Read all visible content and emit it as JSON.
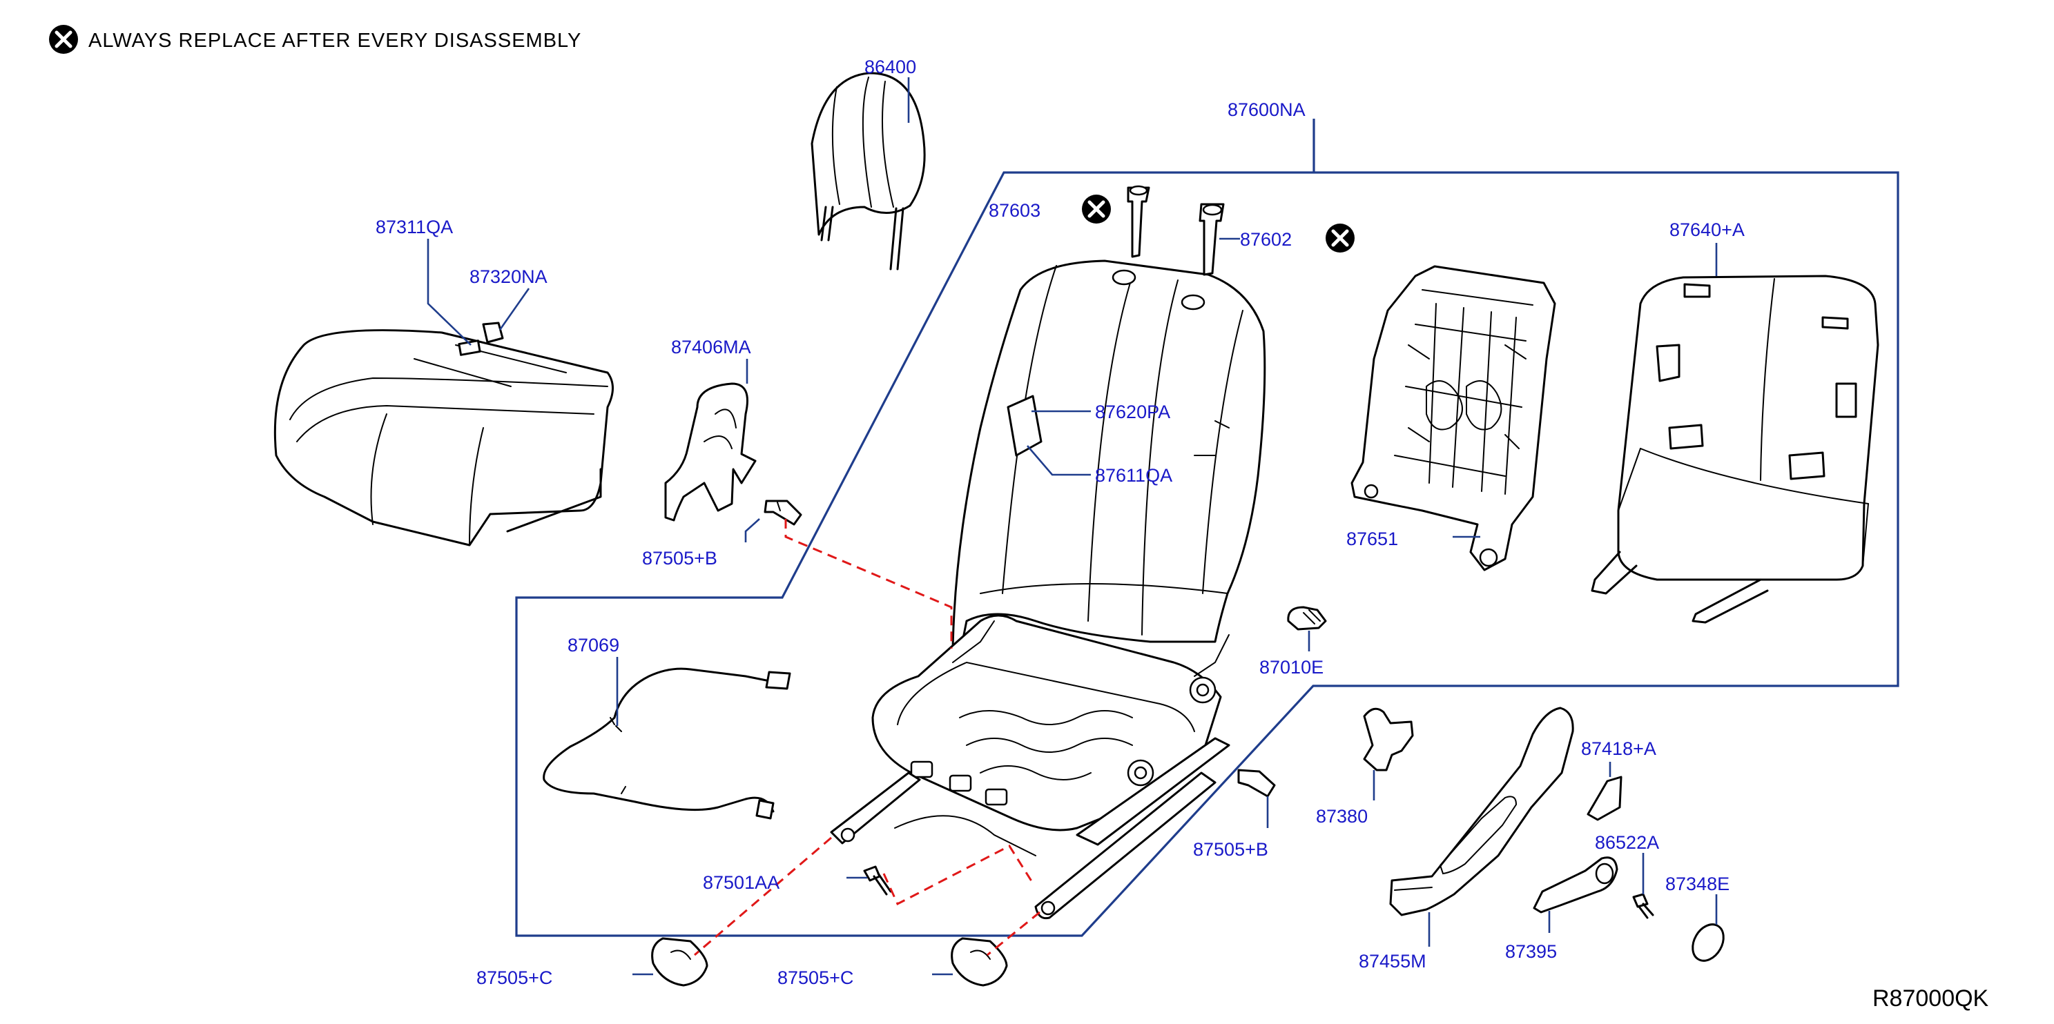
{
  "legend": {
    "icon": "x-circle-icon",
    "text": "ALWAYS REPLACE AFTER EVERY DISASSEMBLY"
  },
  "diagram_code": "R87000QK",
  "parts": {
    "p86400": "86400",
    "p87600NA": "87600NA",
    "p87603": "87603",
    "p87602": "87602",
    "p87311QA": "87311QA",
    "p87320NA": "87320NA",
    "p87640A": "87640+A",
    "p87406MA": "87406MA",
    "p87620PA": "87620PA",
    "p87611QA": "87611QA",
    "p87651": "87651",
    "p87505B_left": "87505+B",
    "p87069": "87069",
    "p87010E": "87010E",
    "p87418A": "87418+A",
    "p87380": "87380",
    "p87505B_right": "87505+B",
    "p86522A": "86522A",
    "p87501AA": "87501AA",
    "p87348E": "87348E",
    "p87395": "87395",
    "p87505C_left": "87505+C",
    "p87505C_right": "87505+C",
    "p87455M": "87455M"
  },
  "colors": {
    "label": "#1919c8",
    "leader": "#1f3d8c",
    "dashed_connector": "#e01818",
    "outline": "#000000"
  }
}
